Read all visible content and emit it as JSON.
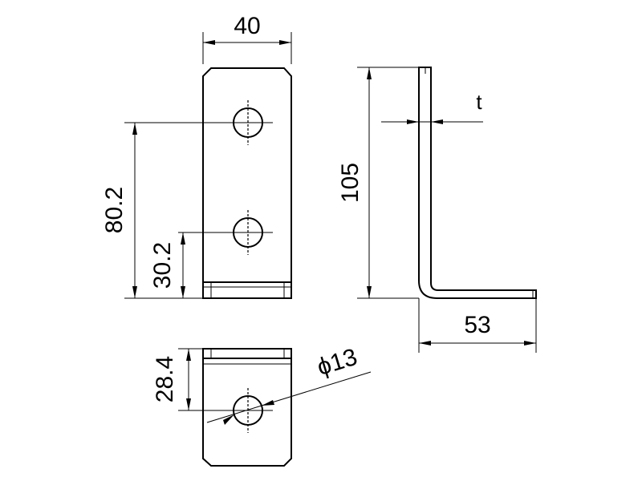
{
  "dimensions": {
    "width": "40",
    "height_total": "105",
    "hole_upper": "80.2",
    "hole_lower": "30.2",
    "leg_length": "53",
    "thickness": "t",
    "hole_diameter": "ϕ13",
    "hole_bottom_view": "28.4"
  }
}
